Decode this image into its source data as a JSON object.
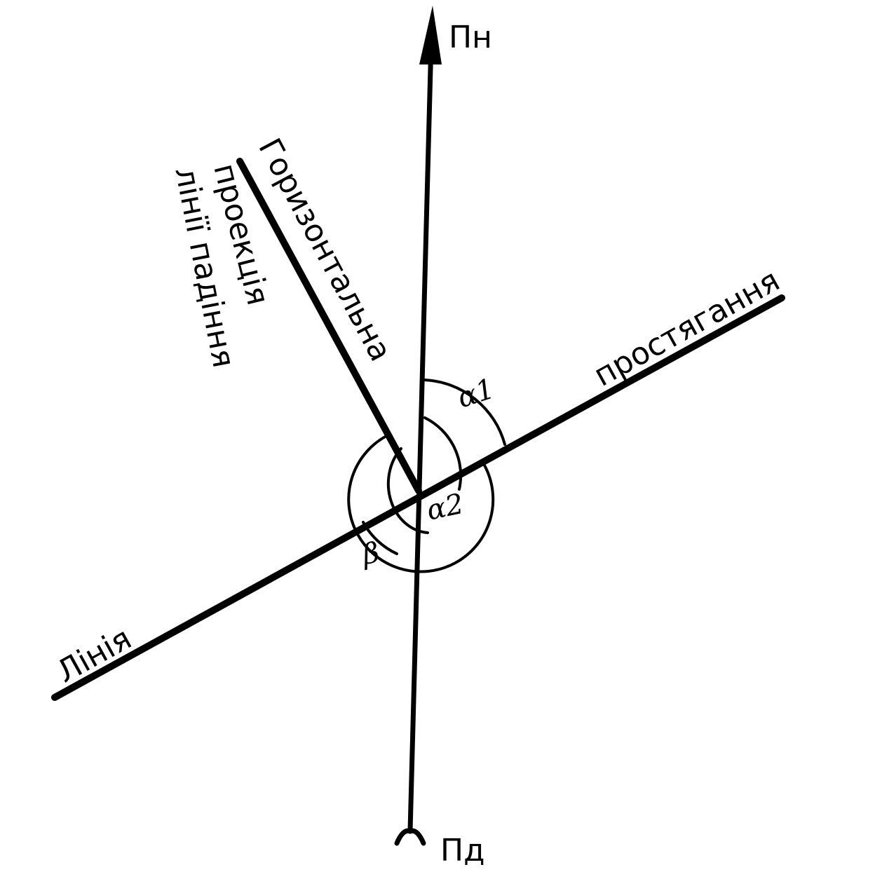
{
  "diagram": {
    "labels": {
      "north": "Пн",
      "south": "Пд",
      "line": "Лінія",
      "strike": "простягання",
      "horizontal": "Горизонтальна",
      "projection": "проекція",
      "dip_line": "лінії падіння"
    },
    "angles": {
      "alpha1": "α1",
      "alpha2": "α2",
      "beta": "β"
    }
  }
}
